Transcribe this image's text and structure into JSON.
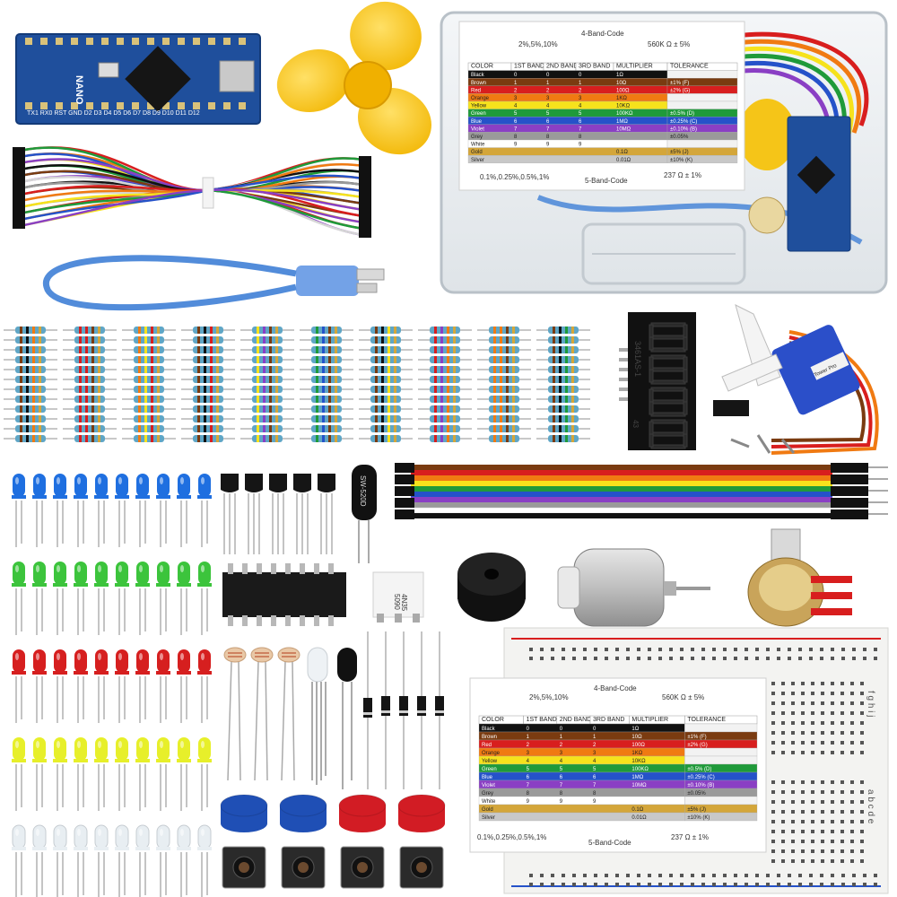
{
  "kit": {
    "board_label": "NANO",
    "board_pins_bottom": "TX1 RX0 RST GND D2 D3 D4 D5 D6 D7 D8 D9 D10 D11 D12",
    "display_label": "3461AS-1",
    "display_side_label": "43",
    "tilt_switch_label": "SW-520D",
    "optocoupler_label_1": "4N35",
    "optocoupler_label_2": "5090",
    "servo_label": "Tower Pro",
    "breadboard_letters": "a b c d e",
    "breadboard_letters_2": "f g h i j"
  },
  "resistor_card": {
    "band4_label": "4-Band-Code",
    "band5_label": "5-Band-Code",
    "tol_top": "2%,5%,10%",
    "example_top": "560K Ω ± 5%",
    "tol_bottom": "0.1%,0.25%,0.5%,1%",
    "example_bottom": "237 Ω ± 1%",
    "headers": [
      "COLOR",
      "1ST BAND",
      "2ND BAND",
      "3RD BAND",
      "MULTIPLIER",
      "TOLERANCE"
    ],
    "rows": [
      {
        "name": "Black",
        "color": "#111111",
        "d1": "0",
        "d2": "0",
        "d3": "0",
        "mult": "1Ω",
        "tol": ""
      },
      {
        "name": "Brown",
        "color": "#7a3b10",
        "d1": "1",
        "d2": "1",
        "d3": "1",
        "mult": "10Ω",
        "tol": "±1%  (F)"
      },
      {
        "name": "Red",
        "color": "#d81e1e",
        "d1": "2",
        "d2": "2",
        "d3": "2",
        "mult": "100Ω",
        "tol": "±2%  (G)"
      },
      {
        "name": "Orange",
        "color": "#f07a12",
        "d1": "3",
        "d2": "3",
        "d3": "3",
        "mult": "1KΩ",
        "tol": ""
      },
      {
        "name": "Yellow",
        "color": "#f6e21c",
        "d1": "4",
        "d2": "4",
        "d3": "4",
        "mult": "10KΩ",
        "tol": ""
      },
      {
        "name": "Green",
        "color": "#1f9a3a",
        "d1": "5",
        "d2": "5",
        "d3": "5",
        "mult": "100KΩ",
        "tol": "±0.5%  (D)"
      },
      {
        "name": "Blue",
        "color": "#2552c9",
        "d1": "6",
        "d2": "6",
        "d3": "6",
        "mult": "1MΩ",
        "tol": "±0.25%  (C)"
      },
      {
        "name": "Violet",
        "color": "#8a3fc4",
        "d1": "7",
        "d2": "7",
        "d3": "7",
        "mult": "10MΩ",
        "tol": "±0.10%  (B)"
      },
      {
        "name": "Grey",
        "color": "#9a9a9a",
        "d1": "8",
        "d2": "8",
        "d3": "8",
        "mult": "",
        "tol": "±0.05%"
      },
      {
        "name": "White",
        "color": "#ffffff",
        "d1": "9",
        "d2": "9",
        "d3": "9",
        "mult": "",
        "tol": ""
      },
      {
        "name": "Gold",
        "color": "#d4a63a",
        "d1": "",
        "d2": "",
        "d3": "",
        "mult": "0.1Ω",
        "tol": "±5%  (J)"
      },
      {
        "name": "Silver",
        "color": "#c8c8c8",
        "d1": "",
        "d2": "",
        "d3": "",
        "mult": "0.01Ω",
        "tol": "±10%  (K)"
      }
    ]
  },
  "colors": {
    "board_blue": "#1f4f9c",
    "fan_yellow": "#f5c518",
    "usb_blue": "#3f7fd6",
    "led_blue": "#1f6fe0",
    "led_green": "#3cc43c",
    "led_red": "#d61f1f",
    "led_yellow": "#e7ef2a",
    "led_white": "#e8eef2",
    "button_blue": "#1f4fb5",
    "button_red": "#d21c24",
    "resistor_body": "#5fa6c6"
  }
}
